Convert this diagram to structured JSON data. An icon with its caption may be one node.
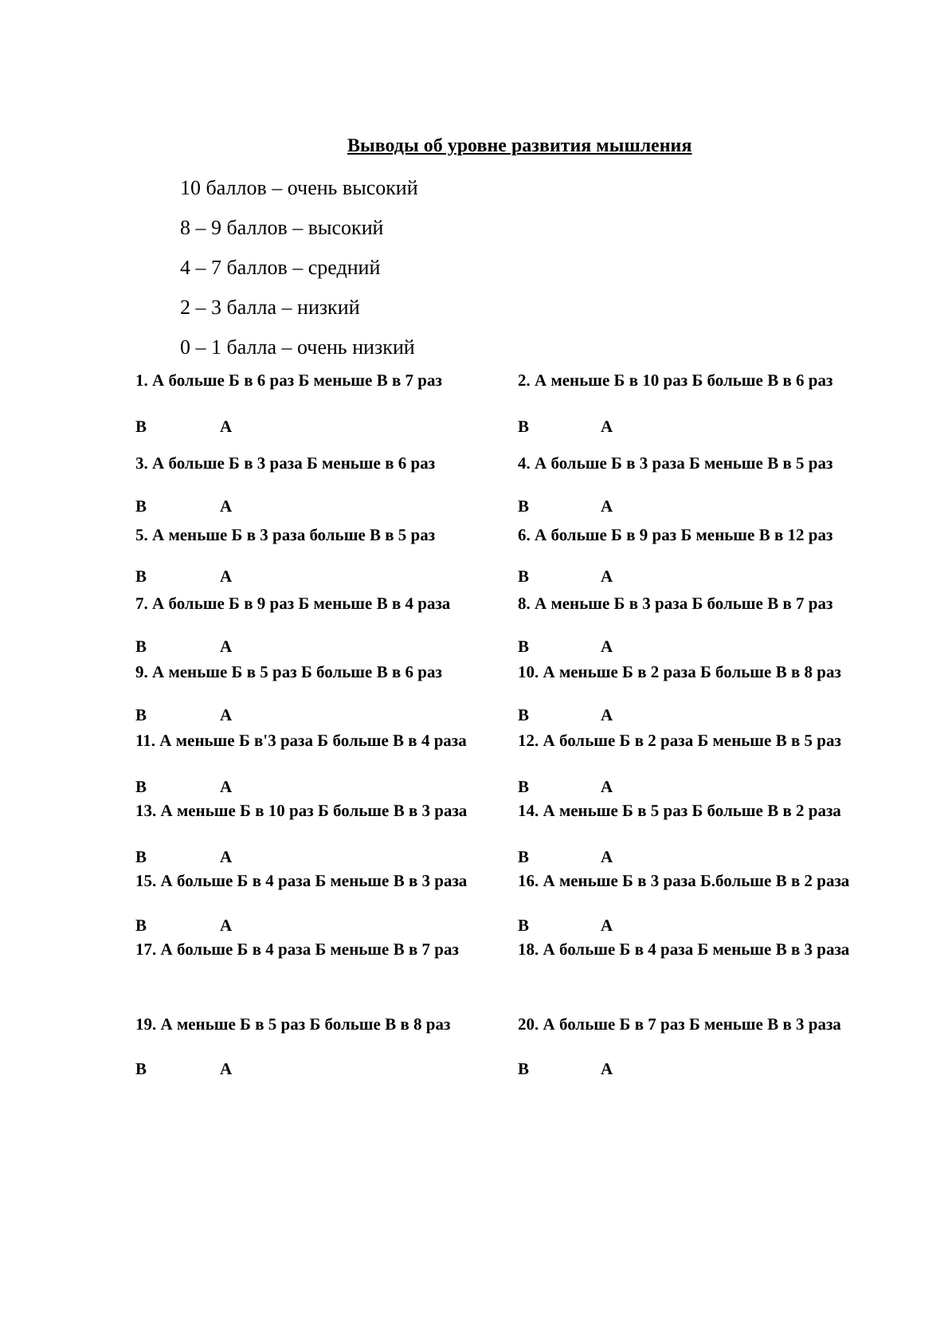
{
  "diagram": {
    "title": "Выводы об уровне развития мышления",
    "labels": [
      "10 баллов – очень высокий",
      "8 – 9 баллов – высокий",
      "4 – 7 баллов – средний",
      "2 – 3 балла – низкий",
      "0 – 1 балла – очень низкий",
      "1. А больше Б в 6 раз Б меньше В в 7 раз",
      "2. А меньше Б в 10 раз Б больше В в 6 раз",
      "В",
      "А",
      "В",
      "А",
      "3. А больше Б в 3 раза Б меньше в 6 раз",
      "4. А больше Б в 3 раза Б меньше В в 5 раз",
      "В",
      "А",
      "В",
      "А",
      "5. А меньше Б в 3 раза больше В в 5 раз",
      "6. А больше Б в 9 раз Б меньше В в 12 раз",
      "В",
      "А",
      "В",
      "А",
      "7. А больше Б в 9 раз Б меньше В в 4 раза",
      "8. А меньше Б в 3 раза Б больше В в 7 раз",
      "В",
      "А",
      "В",
      "А",
      "9. А меньше Б в 5 раз Б больше В в 6 раз",
      "10. А меньше Б в 2 раза Б больше В в 8 раз",
      "В",
      "А",
      "В",
      "А",
      "11. А меньше Б в'3 раза Б больше В в 4 раза",
      "12. А больше Б в 2 раза Б меньше В в 5 раз",
      "В",
      "А",
      "В",
      "А",
      "13. А меньше Б в 10 раз Б больше В в 3 раза",
      "14. А меньше Б в 5 раз Б больше В в 2 раза",
      "В",
      "А",
      "В",
      "А",
      "15. А больше Б в 4 раза Б меньше В в 3 раза",
      "16. А меньше Б в 3 раза Б.больше В в 2 раза",
      "В",
      "А",
      "В",
      "А",
      "17. А больше Б в 4 раза Б меньше В в 7 раз",
      "18. А больше Б в 4 раза Б меньше В в 3 раза",
      "19. А меньше Б в 5 раз Б больше В в 8 раз",
      "20. А больше Б в 7 раз Б меньше В в 3 раза",
      "В",
      "А",
      "В",
      "А"
    ]
  }
}
